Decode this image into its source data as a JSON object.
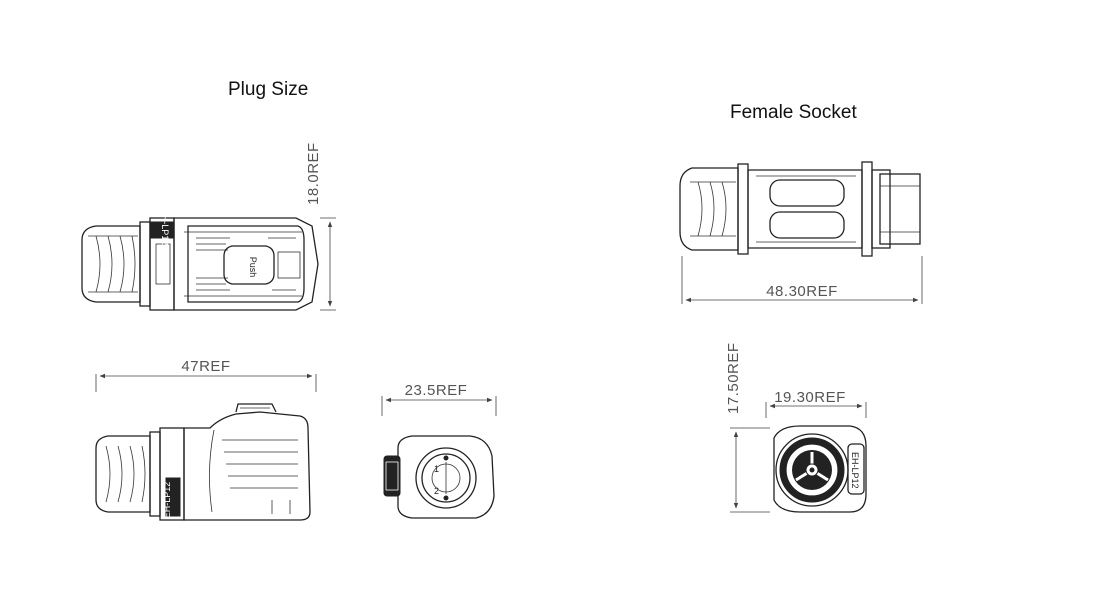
{
  "titles": {
    "plug": "Plug  Size",
    "socket": "Female  Socket"
  },
  "dimensions": {
    "plug_height": "18.0REF",
    "plug_length": "47REF",
    "plug_face_width": "23.5REF",
    "socket_length": "48.30REF",
    "socket_face_width": "19.30REF",
    "socket_face_height": "17.50REF"
  },
  "markings": {
    "push": "Push",
    "plug_model": "EH-LP12",
    "socket_model": "EH-LP12",
    "pin_1": "1",
    "pin_2": "2"
  }
}
